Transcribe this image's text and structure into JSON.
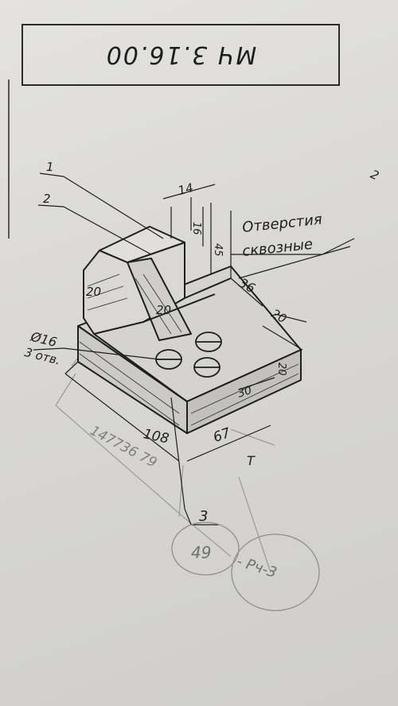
{
  "drawing": {
    "designation": "МЧ 3.16.00",
    "corner_mark": "2",
    "callouts": {
      "part1": "1",
      "part2": "2",
      "part3": "3"
    },
    "note_line1": "Отверстия",
    "note_line2": "сквозные",
    "hole_dia": "Ø16",
    "hole_count": "3 отв.",
    "dimensions": {
      "d14": "14",
      "d16": "16",
      "d45": "45",
      "d36": "36",
      "d20_rib_side": "20",
      "d20_rib_front": "20",
      "d20_right": "20",
      "d20_height": "20",
      "d30": "30",
      "d108": "108",
      "d67": "67",
      "t_mark": "T"
    },
    "pencil_notes": {
      "student": "147736 79",
      "grade": "49",
      "task": "- Pч-3"
    }
  }
}
